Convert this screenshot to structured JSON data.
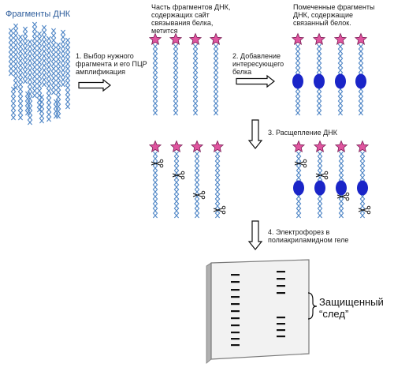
{
  "labels": {
    "dna_fragments": "Фрагменты ДНК",
    "step1": "1. Выбор нужного\nфрагмента и его ПЦР\nамплификация",
    "subset_desc": "Часть фрагментов ДНК,\nсодержащих сайт\nсвязывания белка,\nметится",
    "step2": "2. Добавление\nинтересующего\nбелка",
    "labeled_desc": "Помеченные фрагменты\nДНК, содержащие\nсвязанный белок.",
    "step3": "3. Расщепление ДНК",
    "step4": "4. Электрофорез в\nполиакриламидном геле",
    "footprint": "Защищенный\n“след”"
  },
  "colors": {
    "dna": "#4f86c6",
    "label_star": "#e0559f",
    "label_star_edge": "#7a1c55",
    "protein": "#1a25c8",
    "arrow_fill": "#ffffff",
    "arrow_stroke": "#111111",
    "gel_face": "#f2f2f2",
    "gel_edge": "#7a7a7a",
    "gel_band": "#111111"
  },
  "icons": {
    "label": "star-icon",
    "cut": "scissors-icon",
    "protein": "protein-blob-icon"
  }
}
